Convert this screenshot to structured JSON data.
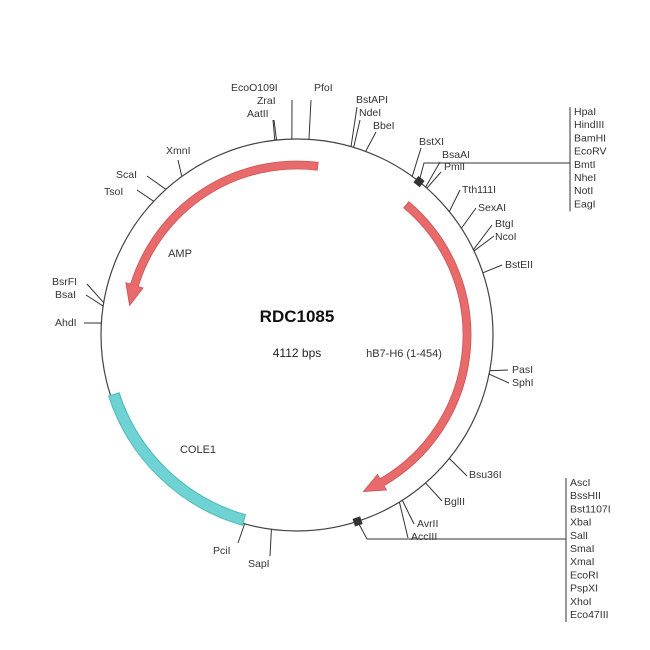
{
  "plasmid": {
    "name": "RDC1085",
    "size_label": "4112 bps",
    "total_bp": 4112
  },
  "colors": {
    "backbone": "#444444",
    "gene_arrow": "#e86a6a",
    "gene_arrow_stroke": "#c95454",
    "origin": "#6fd3d3",
    "origin_stroke": "#4fb8b8",
    "mcs_box": "#333333"
  },
  "features": [
    {
      "id": "amp",
      "label": "AMP",
      "type": "arrow",
      "start_deg": 7,
      "end_deg": 280,
      "direction": "ccw"
    },
    {
      "id": "hb7h6",
      "label": "hB7-H6 (1-454)",
      "type": "arrow",
      "start_deg": 40,
      "end_deg": 157,
      "direction": "cw"
    },
    {
      "id": "cole1",
      "label": "COLE1",
      "type": "box",
      "start_deg": 196,
      "end_deg": 252
    }
  ],
  "sites": [
    {
      "name": "AatII",
      "deg": -6.5
    },
    {
      "name": "ZraI",
      "deg": -6.0
    },
    {
      "name": "EcoO109I",
      "deg": -1.5
    },
    {
      "name": "PfoI",
      "deg": 3.5
    },
    {
      "name": "BstAPI",
      "deg": 16.0
    },
    {
      "name": "NdeI",
      "deg": 16.8
    },
    {
      "name": "BbeI",
      "deg": 20.5
    },
    {
      "name": "BstXI",
      "deg": 36.0
    },
    {
      "name": "BsaAI",
      "deg": 41.0
    },
    {
      "name": "PmlI",
      "deg": 41.5
    },
    {
      "name": "Tth111I",
      "deg": 51.0
    },
    {
      "name": "SexAI",
      "deg": 57.0
    },
    {
      "name": "BtgI",
      "deg": 64.2
    },
    {
      "name": "NcoI",
      "deg": 64.6
    },
    {
      "name": "BstEII",
      "deg": 71.5
    },
    {
      "name": "PasI",
      "deg": 100.5
    },
    {
      "name": "SphI",
      "deg": 101.5
    },
    {
      "name": "Bsu36I",
      "deg": 129.0
    },
    {
      "name": "BglII",
      "deg": 139.0
    },
    {
      "name": "AvrII",
      "deg": 147.5
    },
    {
      "name": "AccIII",
      "deg": 148.5
    },
    {
      "name": "SapI",
      "deg": 187.5
    },
    {
      "name": "PciI",
      "deg": 195.5
    },
    {
      "name": "AhdI",
      "deg": 273.5
    },
    {
      "name": "BsaI",
      "deg": 278.5
    },
    {
      "name": "BsrFI",
      "deg": 279.5
    },
    {
      "name": "TsoI",
      "deg": 313.0
    },
    {
      "name": "ScaI",
      "deg": 318.0
    },
    {
      "name": "XmnI",
      "deg": 324.0
    }
  ],
  "mcs_groups": [
    {
      "id": "mcs-top",
      "deg": 38.5,
      "sites": [
        "HpaI",
        "HindIII",
        "BamHI",
        "EcoRV",
        "BmtI",
        "NheI",
        "NotI",
        "EagI"
      ]
    },
    {
      "id": "mcs-bottom",
      "deg": 162.0,
      "sites": [
        "AscI",
        "BssHII",
        "Bst1107I",
        "XbaI",
        "SalI",
        "SmaI",
        "XmaI",
        "EcoRI",
        "PspXI",
        "XhoI",
        "Eco47III"
      ]
    }
  ]
}
